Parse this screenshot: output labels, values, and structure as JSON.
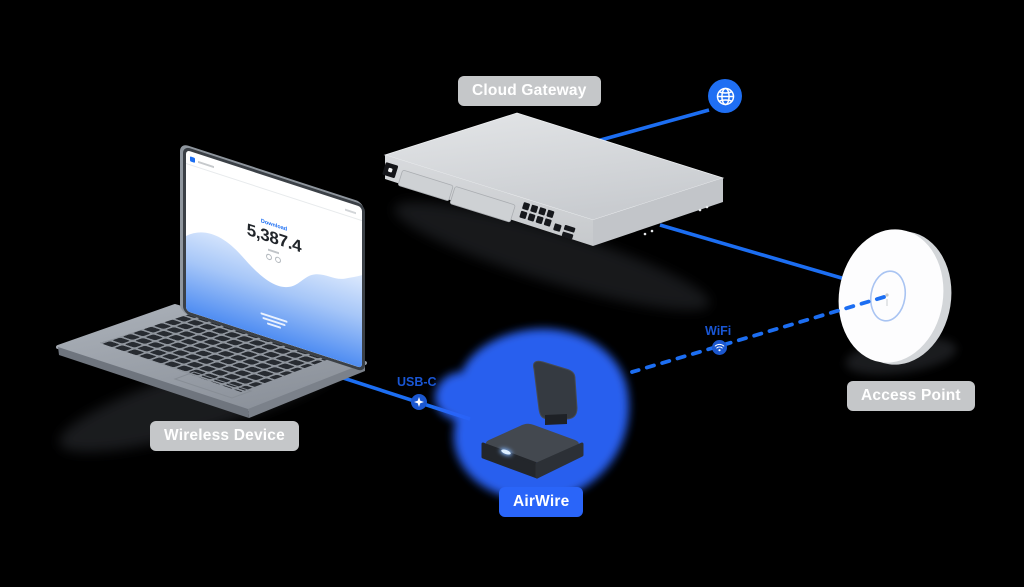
{
  "diagram": {
    "title_context": "network-topology-illustration",
    "colors": {
      "background": "#000000",
      "line_blue": "#1c6ef2",
      "node_blue_dark": "#1b57cf",
      "label_pill_gray": "#c5c7c9",
      "airwire_glow_blue": "#2a65f9",
      "device_gray": "#d2d4d7"
    },
    "nodes": {
      "wireless_device": {
        "label": "Wireless Device",
        "kind": "laptop"
      },
      "cloud_gateway": {
        "label": "Cloud Gateway",
        "kind": "rackmount-gateway"
      },
      "access_point": {
        "label": "Access Point",
        "kind": "ceiling-ap-disc"
      },
      "airwire": {
        "label": "AirWire",
        "kind": "usb-dock"
      },
      "internet": {
        "icon": "globe-icon"
      }
    },
    "connections": [
      {
        "from": "cloud_gateway",
        "to": "internet",
        "style": "solid",
        "label": ""
      },
      {
        "from": "cloud_gateway",
        "to": "access_point",
        "style": "solid",
        "label": ""
      },
      {
        "from": "access_point",
        "to": "airwire",
        "style": "dashed",
        "label": "WiFi",
        "icon": "wifi-icon"
      },
      {
        "from": "airwire",
        "to": "wireless_device",
        "style": "solid",
        "label": "USB-C",
        "icon": "usb-c-icon"
      }
    ],
    "laptop_screen": {
      "app": "speed-test",
      "metric_label": "Download",
      "metric_value": "5,387.4"
    }
  }
}
